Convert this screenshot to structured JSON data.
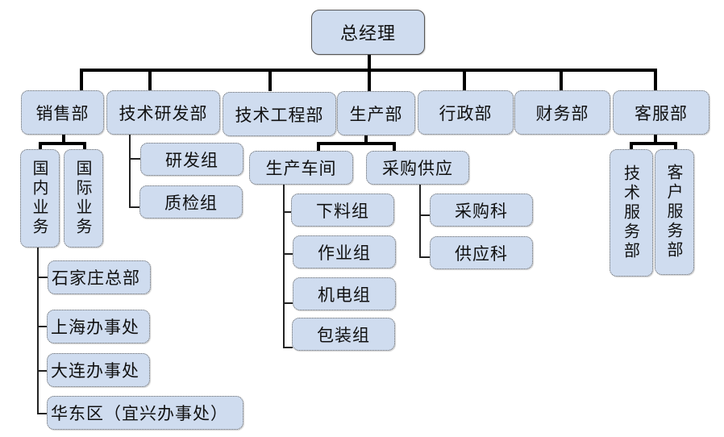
{
  "title": "组织结构图",
  "root": {
    "label": "总经理"
  },
  "departments": [
    {
      "id": "sales",
      "label": "销售部"
    },
    {
      "id": "rd",
      "label": "技术研发部"
    },
    {
      "id": "eng",
      "label": "技术工程部"
    },
    {
      "id": "prod",
      "label": "生产部"
    },
    {
      "id": "admin",
      "label": "行政部"
    },
    {
      "id": "finance",
      "label": "财务部"
    },
    {
      "id": "service",
      "label": "客服部"
    }
  ],
  "sales": {
    "divisions": [
      {
        "label": "国内业务"
      },
      {
        "label": "国际业务"
      }
    ],
    "domestic_offices": [
      {
        "label": "石家庄总部"
      },
      {
        "label": "上海办事处"
      },
      {
        "label": "大连办事处"
      },
      {
        "label": "华东区（宜兴办事处）"
      }
    ]
  },
  "rd": {
    "groups": [
      {
        "label": "研发组"
      },
      {
        "label": "质检组"
      }
    ]
  },
  "production": {
    "units": [
      {
        "label": "生产车间"
      },
      {
        "label": "采购供应"
      }
    ],
    "workshop_groups": [
      {
        "label": "下料组"
      },
      {
        "label": "作业组"
      },
      {
        "label": "机电组"
      },
      {
        "label": "包装组"
      }
    ],
    "supply_sections": [
      {
        "label": "采购科"
      },
      {
        "label": "供应科"
      }
    ]
  },
  "service": {
    "divisions": [
      {
        "label": "技术服务部"
      },
      {
        "label": "客户服务部"
      }
    ]
  },
  "colors": {
    "node_fill": "#cfdcef",
    "node_border": "#6a6a6a",
    "connector": "#000000"
  }
}
